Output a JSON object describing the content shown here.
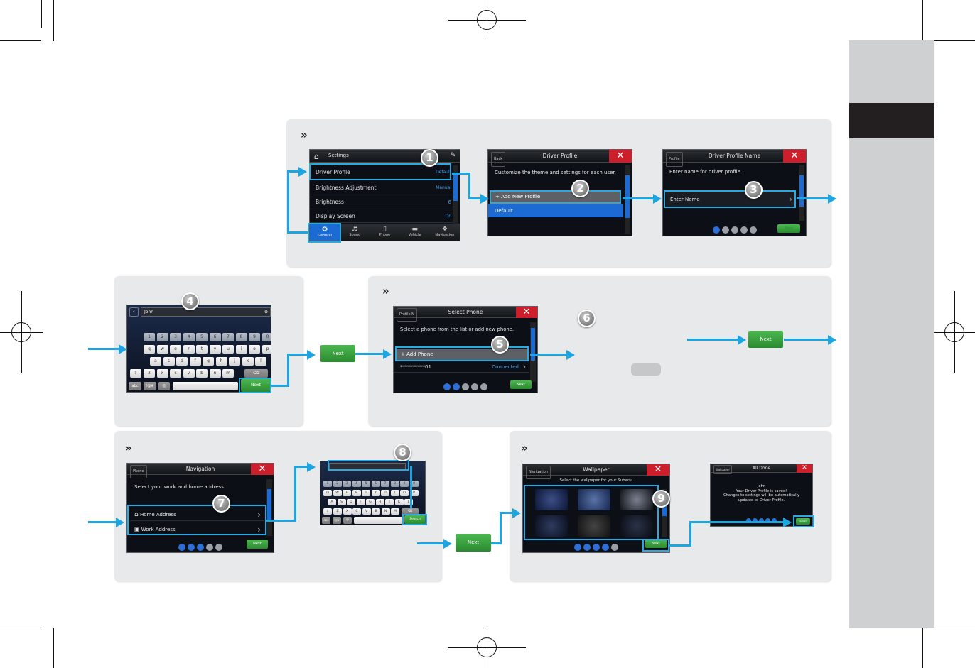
{
  "colors": {
    "accent": "#1ba5e2",
    "next_green": "#3aa13f",
    "close_red": "#cc1f2b",
    "selected_blue": "#1c6bd4"
  },
  "badges": [
    "1",
    "2",
    "3",
    "4",
    "5",
    "6",
    "7",
    "8",
    "9"
  ],
  "settings": {
    "title": "Settings",
    "rows": [
      {
        "label": "Driver Profile",
        "value": "Default"
      },
      {
        "label": "Brightness Adjustment",
        "value": "Manual"
      },
      {
        "label": "Brightness",
        "value": "6"
      },
      {
        "label": "Display Screen",
        "value": "On"
      }
    ],
    "tabs": [
      "General",
      "Sound",
      "Phone",
      "Vehicle",
      "Navigation"
    ]
  },
  "driver_profile": {
    "back": "Back",
    "title": "Driver Profile",
    "desc": "Customize the theme and settings for each user.",
    "add": "Add New Profile",
    "default": "Default"
  },
  "profile_name": {
    "back": "Profile",
    "title": "Driver Profile Name",
    "desc": "Enter name for driver profile.",
    "field": "Enter Name",
    "next": "Next"
  },
  "keyboard": {
    "input": "John",
    "numbers": [
      "1",
      "2",
      "3",
      "4",
      "5",
      "6",
      "7",
      "8",
      "9",
      "0"
    ],
    "row1": [
      "q",
      "w",
      "e",
      "r",
      "t",
      "y",
      "u",
      "i",
      "o",
      "p"
    ],
    "row2": [
      "a",
      "s",
      "d",
      "f",
      "g",
      "h",
      "j",
      "k",
      "l"
    ],
    "row3": [
      "z",
      "x",
      "c",
      "v",
      "b",
      "n",
      "m"
    ],
    "mode1": "abc",
    "mode2": "!@#",
    "next": "Next"
  },
  "next_button": "Next",
  "select_phone": {
    "back": "Profile N",
    "title": "Select Phone",
    "desc": "Select a phone from the list or add new phone.",
    "add": "Add Phone",
    "device": "**********01",
    "status": "Connected",
    "next": "Next"
  },
  "navigation": {
    "back": "Phone",
    "title": "Navigation",
    "desc": "Select your work and home address.",
    "home": "Home Address",
    "work": "Work Address",
    "next": "Next"
  },
  "search_kb": {
    "numbers": [
      "1",
      "2",
      "3",
      "4",
      "5",
      "6",
      "7",
      "8",
      "9",
      "0"
    ],
    "row1": [
      "Q",
      "W",
      "E",
      "R",
      "T",
      "Y",
      "U",
      "I",
      "O",
      "P"
    ],
    "row2": [
      "A",
      "S",
      "D",
      "F",
      "G",
      "H",
      "J",
      "K",
      "L"
    ],
    "row3": [
      "Z",
      "X",
      "C",
      "V",
      "B",
      "N",
      "M"
    ],
    "mode1": "ABC",
    "mode2": "!@#",
    "search": "Search"
  },
  "wallpaper": {
    "back": "Navigation",
    "title": "Wallpaper",
    "desc": "Select the wallpaper for your Subaru.",
    "next": "Next"
  },
  "all_done": {
    "back": "Wallpaper",
    "title": "All Done",
    "line1": "John",
    "line2": "Your Driver Profile is saved!",
    "line3": "Changes to settings will be automatically",
    "line4": "updated to Driver Profile.",
    "final": "Final"
  }
}
